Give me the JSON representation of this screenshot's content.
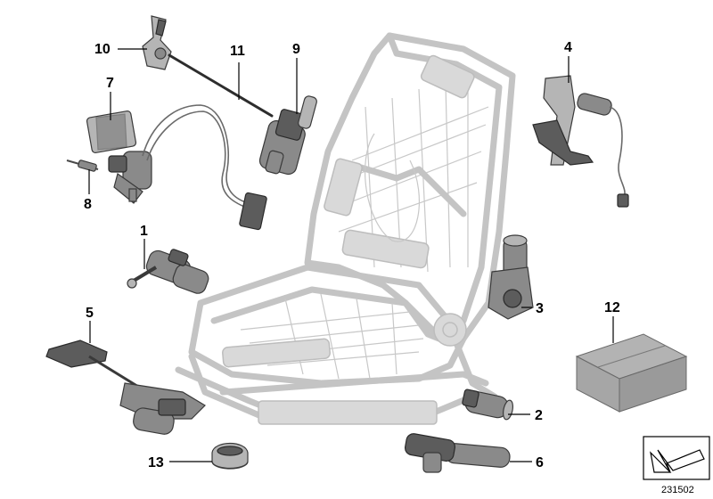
{
  "callouts": {
    "c1": "1",
    "c2": "2",
    "c3": "3",
    "c4": "4",
    "c5": "5",
    "c6": "6",
    "c7": "7",
    "c8": "8",
    "c9": "9",
    "c10": "10",
    "c11": "11",
    "c12": "12",
    "c13": "13"
  },
  "diagram_id": "231502",
  "colors": {
    "frame": "#c4c4c4",
    "part_dark": "#5c5c5c",
    "part_mid": "#8a8a8a",
    "box_top": "#b3b3b3",
    "box_front": "#9a9a9a"
  },
  "icons": {
    "navigation_arrow": "arrow-icon"
  }
}
